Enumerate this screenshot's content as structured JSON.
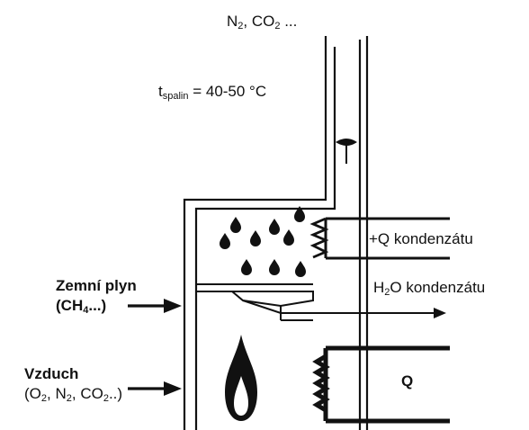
{
  "labels": {
    "exhaust": {
      "a": "N",
      "a_sub": "2",
      "b": ", CO",
      "b_sub": "2",
      "c": " ..."
    },
    "temperature": {
      "t": "t",
      "t_sub": "spalin",
      "value": " = 40-50 °C"
    },
    "gas": {
      "line1": "Zemní plyn",
      "line2_a": "(CH",
      "line2_sub": "4",
      "line2_b": "...)"
    },
    "air": {
      "line1": "Vzduch",
      "line2_a": "(O",
      "line2_sub1": "2",
      "line2_b": ", N",
      "line2_sub2": "2",
      "line2_c": ", CO",
      "line2_sub3": "2",
      "line2_d": "..)"
    },
    "heat_condensate": "+Q  kondenzátu",
    "water_condensate": {
      "a": "H",
      "a_sub": "2",
      "b": "O  kondenzátu"
    },
    "heat": "Q"
  },
  "icons": {
    "droplets": "water-droplet-icon",
    "flame": "flame-icon",
    "damper": "flue-damper-icon",
    "burner": "burner-icon"
  },
  "colors": {
    "line": "#111111",
    "background": "#ffffff"
  }
}
